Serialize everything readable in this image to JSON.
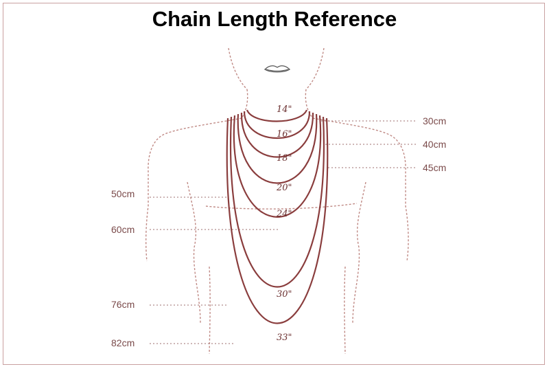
{
  "title": "Chain Length Reference",
  "colors": {
    "chain": "#8a3d3d",
    "sketch": "#c08a85",
    "frame": "#c9a0a0"
  },
  "chain_lengths": [
    {
      "inch": "14\"",
      "cm": "30cm"
    },
    {
      "inch": "16\"",
      "cm": "40cm"
    },
    {
      "inch": "18\"",
      "cm": "45cm"
    },
    {
      "inch": "20\"",
      "cm": "50cm"
    },
    {
      "inch": "24\"",
      "cm": "60cm"
    },
    {
      "inch": "30\"",
      "cm": "76cm"
    },
    {
      "inch": "33\"",
      "cm": "82cm"
    }
  ]
}
